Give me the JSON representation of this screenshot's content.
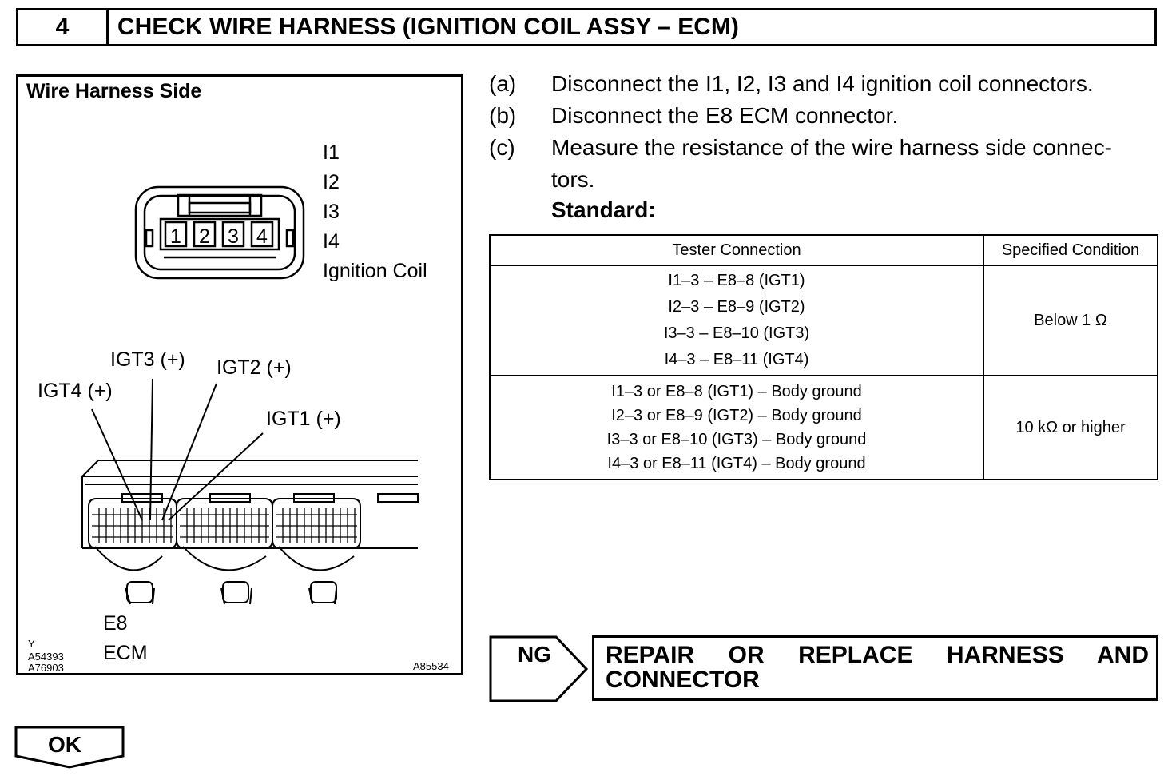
{
  "header": {
    "step_number": "4",
    "title": "CHECK WIRE HARNESS (IGNITION COIL ASSY – ECM)"
  },
  "figure": {
    "title": "Wire Harness Side",
    "connector_labels": [
      "I1",
      "I2",
      "I3",
      "I4",
      "Ignition Coil"
    ],
    "pins": [
      "1",
      "2",
      "3",
      "4"
    ],
    "igt_labels": {
      "igt3": "IGT3 (+)",
      "igt2": "IGT2 (+)",
      "igt4": "IGT4 (+)",
      "igt1": "IGT1 (+)"
    },
    "ecm_labels": [
      "E8",
      "ECM"
    ],
    "codes": {
      "y": "Y",
      "code1": "A54393",
      "code2": "A76903",
      "code3": "A85534"
    }
  },
  "steps": [
    {
      "letter": "(a)",
      "text": "Disconnect the I1, I2, I3 and I4 ignition coil connectors."
    },
    {
      "letter": "(b)",
      "text": "Disconnect the E8 ECM connector."
    },
    {
      "letter": "(c)",
      "text_line1": "Measure the resistance of the wire harness side connec-",
      "text_line2": "tors."
    }
  ],
  "standard_label": "Standard:",
  "table": {
    "headers": [
      "Tester Connection",
      "Specified Condition"
    ],
    "rows": [
      {
        "connections": [
          "I1–3 – E8–8 (IGT1)",
          "I2–3 – E8–9 (IGT2)",
          "I3–3 – E8–10 (IGT3)",
          "I4–3 – E8–11 (IGT4)"
        ],
        "condition": "Below 1 Ω"
      },
      {
        "connections": [
          "I1–3 or E8–8 (IGT1) – Body ground",
          "I2–3 or E8–9 (IGT2) – Body ground",
          "I3–3 or E8–10 (IGT3) – Body ground",
          "I4–3 or E8–11 (IGT4) – Body ground"
        ],
        "condition": "10 kΩ or higher"
      }
    ]
  },
  "ng": {
    "label": "NG",
    "action": "REPAIR OR REPLACE HARNESS AND CONNECTOR"
  },
  "ok": {
    "label": "OK"
  }
}
